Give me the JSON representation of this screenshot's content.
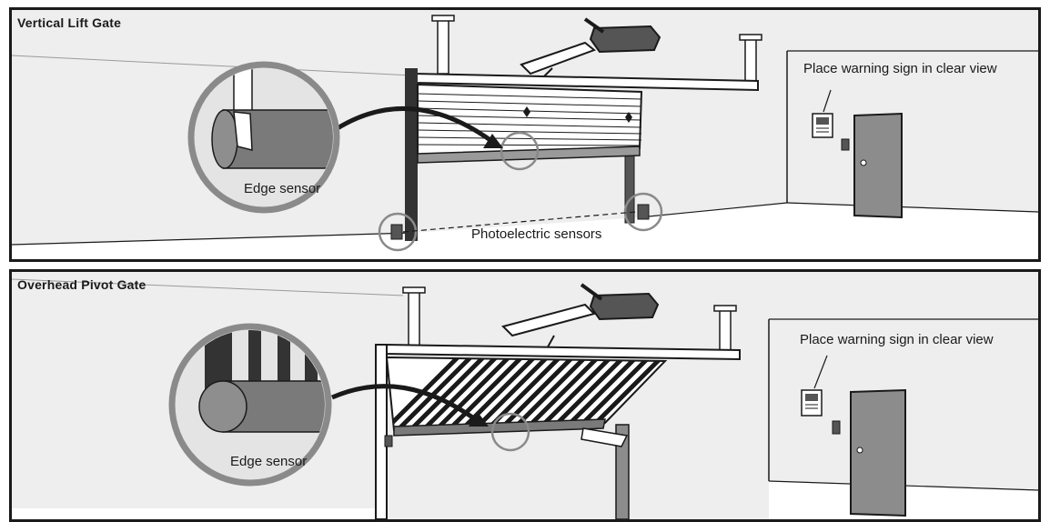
{
  "panels": {
    "vertical": {
      "title": "Vertical Lift Gate",
      "edge_label": "Edge sensor",
      "photo_label": "Photoelectric sensors",
      "sign_label": "Place warning sign in clear view"
    },
    "pivot": {
      "title": "Overhead Pivot Gate",
      "edge_label": "Edge sensor",
      "sign_label": "Place warning sign in clear view"
    }
  },
  "colors": {
    "wall": "#eeeeee",
    "floor": "#ffffff",
    "outline": "#1a1a1a",
    "sensor_gray": "#7a7a7a",
    "door_gray": "#8c8c8c"
  }
}
